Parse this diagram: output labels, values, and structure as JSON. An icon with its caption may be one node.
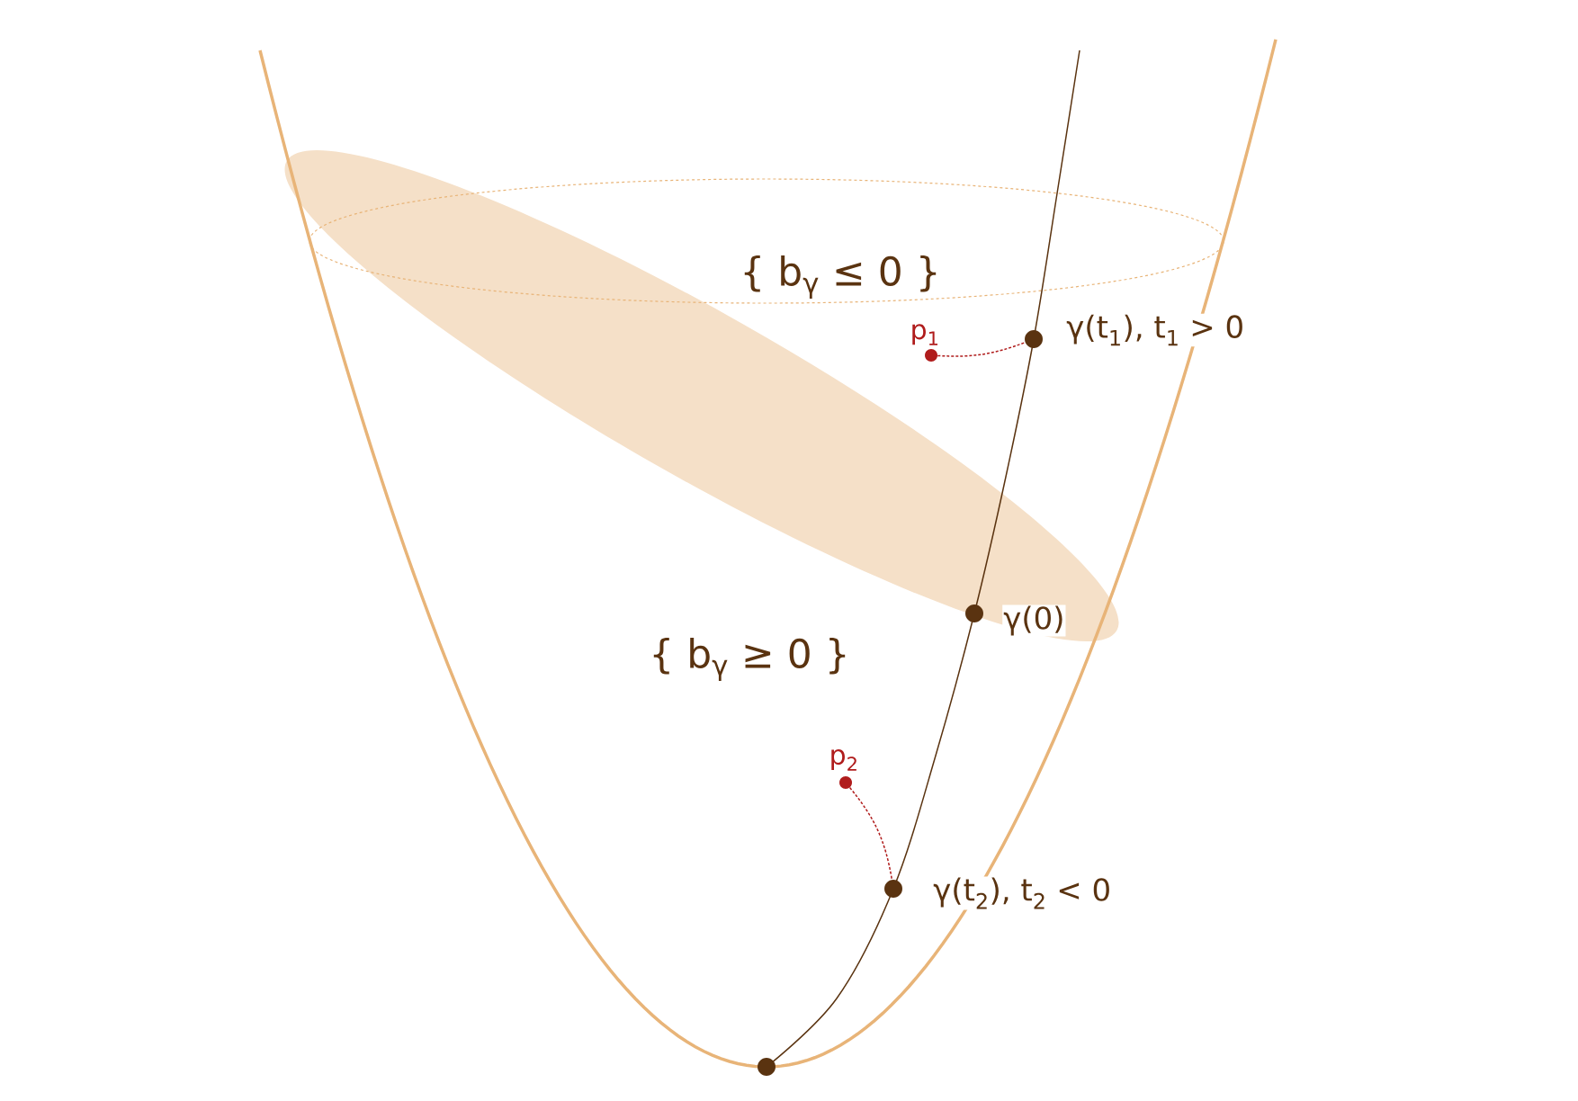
{
  "diagram": {
    "nodes": [
      {
        "text": [],
        "shape": "circle",
        "beside": [
          "γ(t$_{1}$), t$_{1}$ > 0"
        ]
      },
      {
        "text": [],
        "shape": "circle",
        "beside": [
          "p$_{1}$"
        ]
      },
      {
        "text": [],
        "shape": "circle",
        "beside": [
          "γ(0)"
        ]
      },
      {
        "text": [],
        "shape": "circle",
        "beside": [
          "p$_{2}$"
        ]
      },
      {
        "text": [],
        "shape": "circle",
        "beside": [
          "γ(t$_{2}$), t$_{2}$ < 0"
        ]
      },
      {
        "text": [],
        "shape": "circle"
      }
    ],
    "edges": [
      {
        "from": 1,
        "to": 0,
        "arrow": "none",
        "style": "dashed",
        "color": "#b01c1c"
      },
      {
        "from": 3,
        "to": 4,
        "arrow": "none",
        "style": "dashed",
        "color": "#b01c1c"
      }
    ],
    "labels": [
      "{ b$_{γ}$ ≤ 0 }",
      "{ b$_{γ}$ ≥ 0 }"
    ]
  }
}
